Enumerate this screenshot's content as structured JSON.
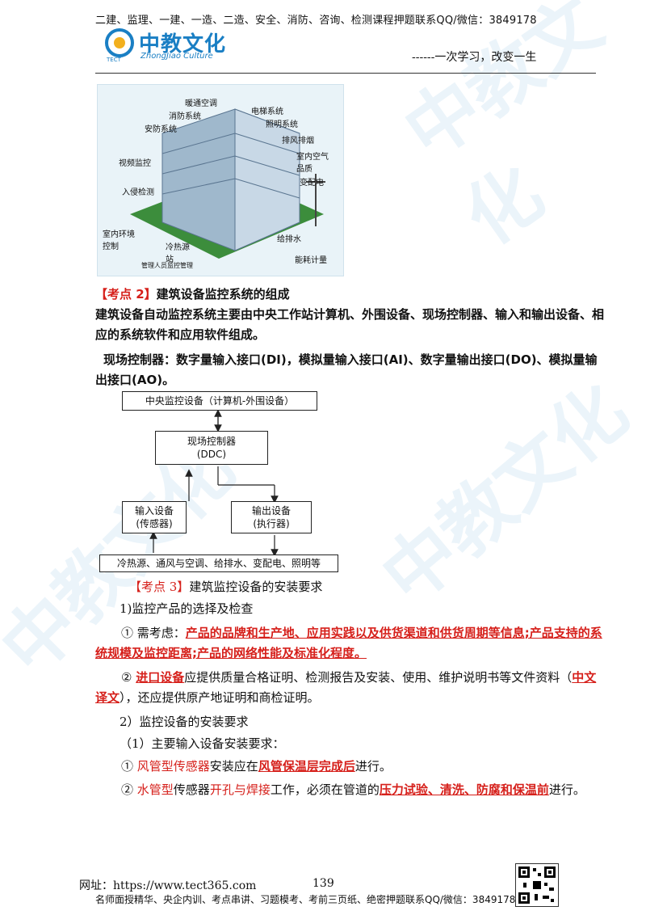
{
  "header": {
    "top_line": "二建、监理、一建、一造、二造、安全、消防、咨询、检测课程押题联系QQ/微信：3849178",
    "logo_text": "中教文化",
    "logo_sub": "ZhongJiao Culture",
    "logo_tect": "TECT",
    "slogan": "------一次学习，改变一生"
  },
  "figure1": {
    "labels": [
      "暖通空调",
      "消防系统",
      "安防系统",
      "电梯系统",
      "照明系统",
      "排风排烟",
      "视频监控",
      "室内空气品质",
      "变配电",
      "入侵检测",
      "室内环境控制",
      "冷热源站",
      "给排水",
      "能耗计量",
      "管理人员监控管理"
    ]
  },
  "section2": {
    "heading_tag": "【考点 2】",
    "heading_text": "建筑设备监控系统的组成",
    "para1": "建筑设备自动监控系统主要由中央工作站计算机、外围设备、现场控制器、输入和输出设备、相应的系统软件和应用软件组成。",
    "para2": "现场控制器：数字量输入接口(DI)，模拟量输入接口(AI)、数字量输出接口(DO)、模拟量输出接口(AO)。"
  },
  "diagram": {
    "central": "中央监控设备（计算机-外围设备）",
    "ddc_line1": "现场控制器",
    "ddc_line2": "(DDC)",
    "input_line1": "输入设备",
    "input_line2": "(传感器)",
    "output_line1": "输出设备",
    "output_line2": "(执行器)",
    "bottom": "冷热源、通风与空调、给排水、变配电、照明等"
  },
  "section3": {
    "heading_tag": "【考点 3】",
    "heading_text": "建筑监控设备的安装要求",
    "sub1": "1)监控产品的选择及检查",
    "item1_prefix": "① 需考虑：",
    "item1_red": "产品的品牌和生产地、应用实践以及供货渠道和供货周期等信息;产品支持的系统规模及监控距离;产品的网络性能及标准化程度。",
    "item2_prefix": "② ",
    "item2_red1": "进口设备",
    "item2_mid": "应提供质量合格证明、检测报告及安装、使用、维护说明书等文件资料（",
    "item2_red2": "中文译文",
    "item2_tail": "），还应提供原产地证明和商检证明。",
    "sub2": "2）监控设备的安装要求",
    "sub2_1": "（1）主要输入设备安装要求：",
    "line_a_prefix": "① ",
    "line_a_red1": "风管型传感器",
    "line_a_mid": "安装应在",
    "line_a_red2": "风管保温层完成后",
    "line_a_tail": "进行。",
    "line_b_prefix": "② ",
    "line_b_red1": "水管型",
    "line_b_mid1": "传感器",
    "line_b_red2": "开孔与焊接",
    "line_b_mid2": "工作，必须在管道的",
    "line_b_red3": "压力试验、清洗、防腐和保温前",
    "line_b_tail": "进行。"
  },
  "footer": {
    "url": "网址：https://www.tect365.com",
    "page": "139",
    "line": "名师面授精华、央企内训、考点串讲、习题模考、考前三页纸、绝密押题联系QQ/微信：3849178"
  },
  "colors": {
    "accent": "#1a7fc4",
    "red": "#d6201b"
  }
}
